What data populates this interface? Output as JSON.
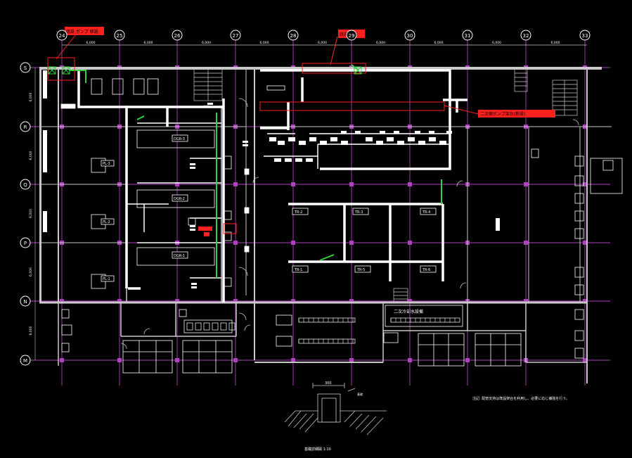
{
  "colors": {
    "background": "#000000",
    "grid": "#b040c0",
    "wall": "#c8c8c8",
    "wire": "#ffffff",
    "green": "#30d040",
    "red": "#ff2020",
    "gray": "#909090"
  },
  "column_labels": [
    "24",
    "25",
    "26",
    "27",
    "28",
    "29",
    "30",
    "31",
    "32",
    "33"
  ],
  "row_labels": [
    "S",
    "R",
    "Q",
    "P",
    "N",
    "M"
  ],
  "dims_top": [
    "6,000",
    "6,000",
    "6,000",
    "6,000",
    "6,000",
    "6,000",
    "6,000",
    "6,000",
    "6,000"
  ],
  "dims_left": [
    "6,000",
    "6,000",
    "6,000",
    "6,000",
    "6,000"
  ],
  "dim_left_bottom": "6,000",
  "room_labels": {
    "dgr2": "DGR-2",
    "dgr3": "DGR-3",
    "dgr1": "DGR-1",
    "tr2": "TR-2",
    "tr3": "TR-3",
    "tr4": "TR-4",
    "tr1": "TR-1",
    "tr5": "TR-5",
    "tr6": "TR-6",
    "pl1": "PL-1",
    "pl2": "PL-2",
    "pl3": "PL-3"
  },
  "notes": {
    "red_top_left": "既設 ポンプ 移設",
    "red_top_mid": "既設 撤去",
    "red_right": "二次側ポンプ架台(新設)",
    "panel_room": "二次冷却水設備",
    "bottom_note": "注記: 配管支持は既設架台を利用し、必要に応じ補強を行う。",
    "detail_title": "基礎詳細図 1:10",
    "detail_dim": "300"
  }
}
